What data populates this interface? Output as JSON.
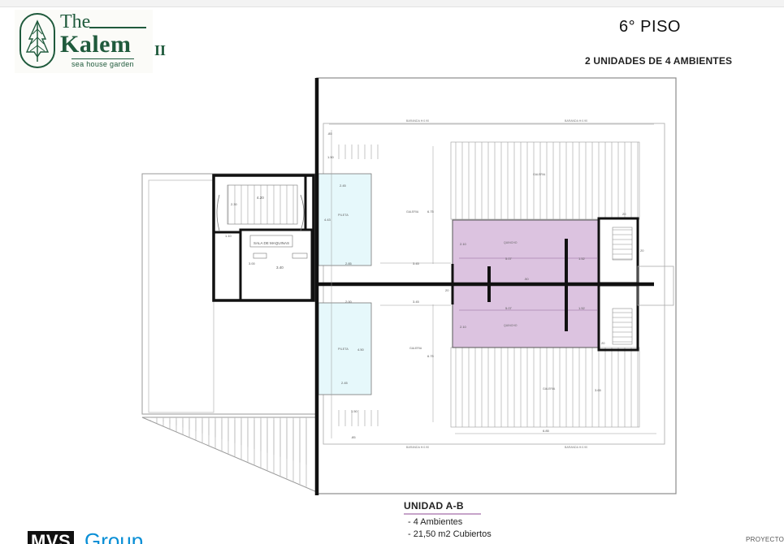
{
  "header": {
    "logo": {
      "the": "The",
      "kalem": "Kalem",
      "number": "II",
      "subtitle": "sea house garden"
    },
    "floor_title": "6° PISO",
    "floor_subtitle": "2 UNIDADES DE 4 AMBIENTES"
  },
  "plan": {
    "labels": {
      "baranda": "BARANDA H:0.90",
      "galeria": "GALERIA",
      "pileta": "PILETA",
      "sala_maquinas": "SALA DE MAQUINAS",
      "quincho": "QUINCHO"
    },
    "dimensions": {
      "d085": ".85",
      "d150": "1.50",
      "d245": "2.45",
      "d420": "4.20",
      "d230": "2.30",
      "d110": "1.10",
      "d300": "3.00",
      "d340": "3.40",
      "d443": "4.43",
      "d285": "2.85",
      "d345": "3.45",
      "d675": "6.75",
      "d200": "2.00",
      "d450": "4.50",
      "d507": "5.07",
      "d152": "1.52",
      "d210": "2.10",
      "d20": "20",
      "d50": ".50",
      "d685": "6.85",
      "d365": "3.65"
    }
  },
  "unit": {
    "title": "UNIDAD A-B",
    "lines": [
      "- 4 Ambientes",
      "- 21,50  m2 Cubiertos"
    ]
  },
  "footer": {
    "brand_prefix": "MVS",
    "brand_suffix": "Group",
    "proyecto": "PROYECTO"
  },
  "colors": {
    "logo_green": "#1f5a3c",
    "pool": "#e6f8fb",
    "quincho": "#dcc3e0",
    "unit_underline": "#c6a4c9",
    "brand_blue": "#0a8fd6"
  }
}
